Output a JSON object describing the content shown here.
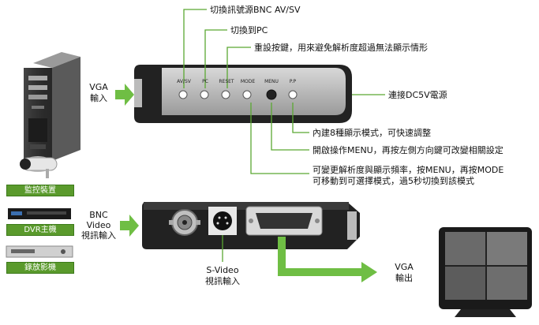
{
  "top_device": {
    "buttons": [
      "AV/SV",
      "PC",
      "RESET",
      "MODE",
      "MENU",
      "P.P"
    ]
  },
  "callouts": {
    "switch_bnc": "切換訊號源BNC AV/SV",
    "switch_pc": "切換到PC",
    "reset": "重設按鍵，用來避免解析度超過無法顯示情形",
    "power": "連接DC5V電源",
    "pp": "內建8種顯示模式，可快速調整",
    "menu": "開啟操作MENU，再按左側方向鍵可改變相關設定",
    "mode_line1": "可變更解析度與顯示頻率，按MENU，再按MODE",
    "mode_line2": "可移動到可選擇模式，過5秒切換到該模式"
  },
  "inputs": {
    "vga_in_1": "VGA",
    "vga_in_2": "輸入",
    "bnc_1": "BNC",
    "bnc_2": "Video",
    "bnc_3": "視訊輸入",
    "svideo_1": "S-Video",
    "svideo_2": "視訊輸入",
    "vga_out_1": "VGA",
    "vga_out_2": "輸出"
  },
  "sources": {
    "camera": "監控裝置",
    "dvr": "DVR主機",
    "player": "錄放影機"
  },
  "colors": {
    "arrow_green": "#6fbe44",
    "label_green": "#5a9a2c",
    "device_dark": "#2a2a2a"
  }
}
